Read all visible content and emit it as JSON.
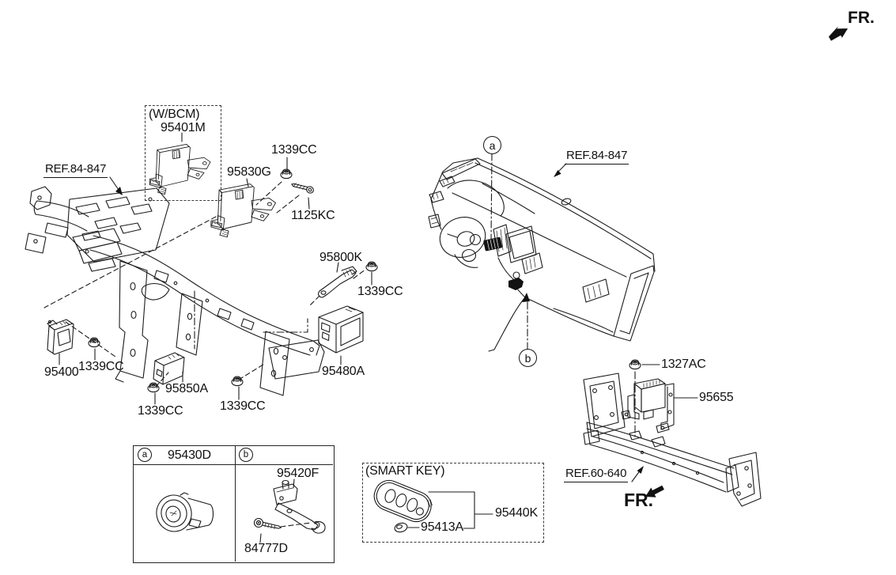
{
  "colors": {
    "background": "#ffffff",
    "line": "#1c1c1c"
  },
  "orientation": {
    "fr_top": "FR.",
    "fr_bottom": "FR."
  },
  "references": {
    "crossmember": "REF.84-847",
    "crash_pad": "REF.84-847",
    "bumper": "REF.60-640"
  },
  "callouts": {
    "a": "a",
    "b": "b"
  },
  "boxes": {
    "wbcm": {
      "caption": "(W/BCM)",
      "module": "95401M"
    },
    "smart_key": {
      "caption": "(SMART KEY)",
      "key": "95440K",
      "battery": "95413A"
    }
  },
  "parts": {
    "p95830g": "95830G",
    "nut_top": "1339CC",
    "bolt": "1125KC",
    "p95800k": "95800K",
    "nut_antenna": "1339CC",
    "p95480a": "95480A",
    "p95400": "95400",
    "nut_95400": "1339CC",
    "p95850a": "95850A",
    "nut_95850a": "1339CC",
    "nut_center": "1339CC",
    "p95655": "95655",
    "nut_1327ac": "1327AC"
  },
  "table": {
    "a_part": "95430D",
    "b_bracket": "95420F",
    "b_screw": "84777D"
  }
}
